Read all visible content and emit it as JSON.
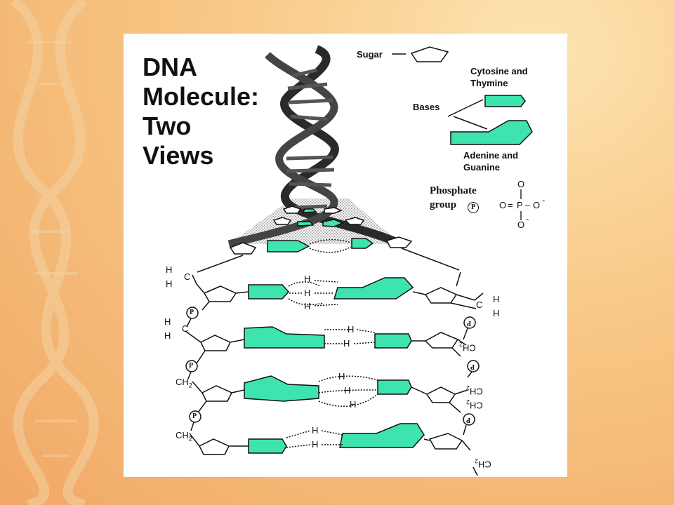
{
  "title": {
    "line1": "DNA",
    "line2": "Molecule:",
    "line3": "Two",
    "line4": "Views"
  },
  "legend": {
    "sugar": "Sugar",
    "bases": "Bases",
    "cytosine_thymine": [
      "Cytosine and",
      "Thymine"
    ],
    "adenine_guanine": [
      "Adenine and",
      "Guanine"
    ],
    "phosphate": [
      "Phosphate",
      "group"
    ],
    "phosphate_symbol": "P",
    "phosphate_formula": {
      "o_top": "O",
      "o_left": "O",
      "equals": "=",
      "p": "P",
      "dash": "–",
      "o_right": "O",
      "o_right_charge": "-",
      "o_bottom": "O",
      "o_bottom_charge": "-"
    }
  },
  "chem": {
    "H": "H",
    "C": "C",
    "CH2": "CH",
    "sub2": "2",
    "P": "P"
  },
  "colors": {
    "base": "#3ee4b0",
    "slide_bg": "#f6b877",
    "helix": "#2a2a2a"
  }
}
